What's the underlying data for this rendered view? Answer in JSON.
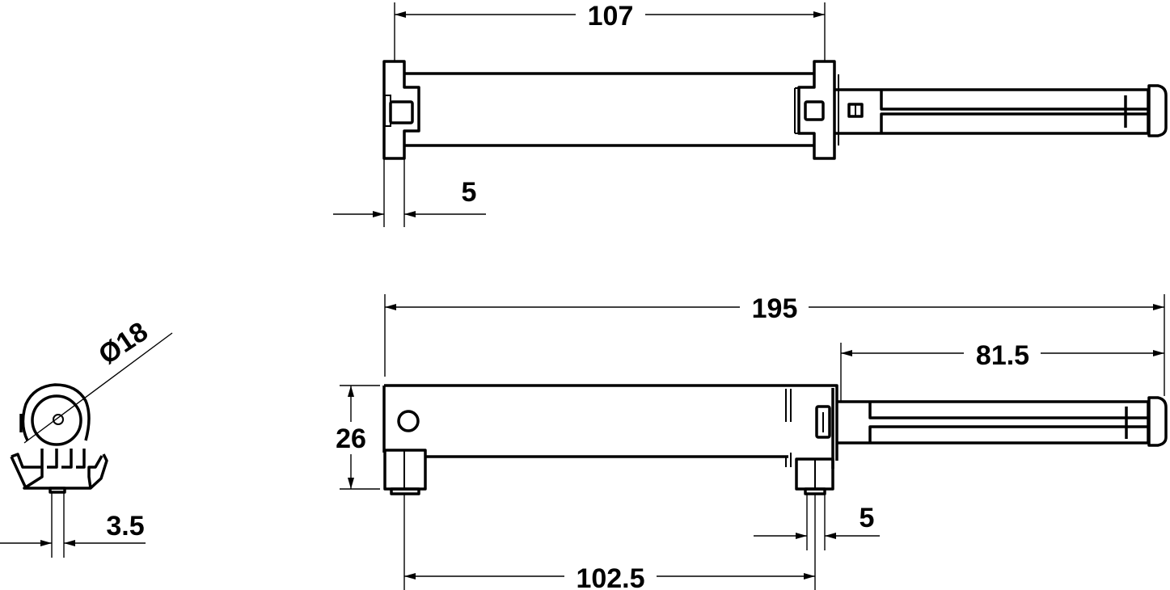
{
  "dimensions": {
    "top_length": "107",
    "top_cap_width": "5",
    "overall_length": "195",
    "rod_extension": "81.5",
    "height": "26",
    "foot_width": "5",
    "foot_spacing": "102.5",
    "diameter": "Ø18",
    "bracket_width": "3.5"
  },
  "colors": {
    "line": "#000000",
    "background": "#ffffff"
  }
}
